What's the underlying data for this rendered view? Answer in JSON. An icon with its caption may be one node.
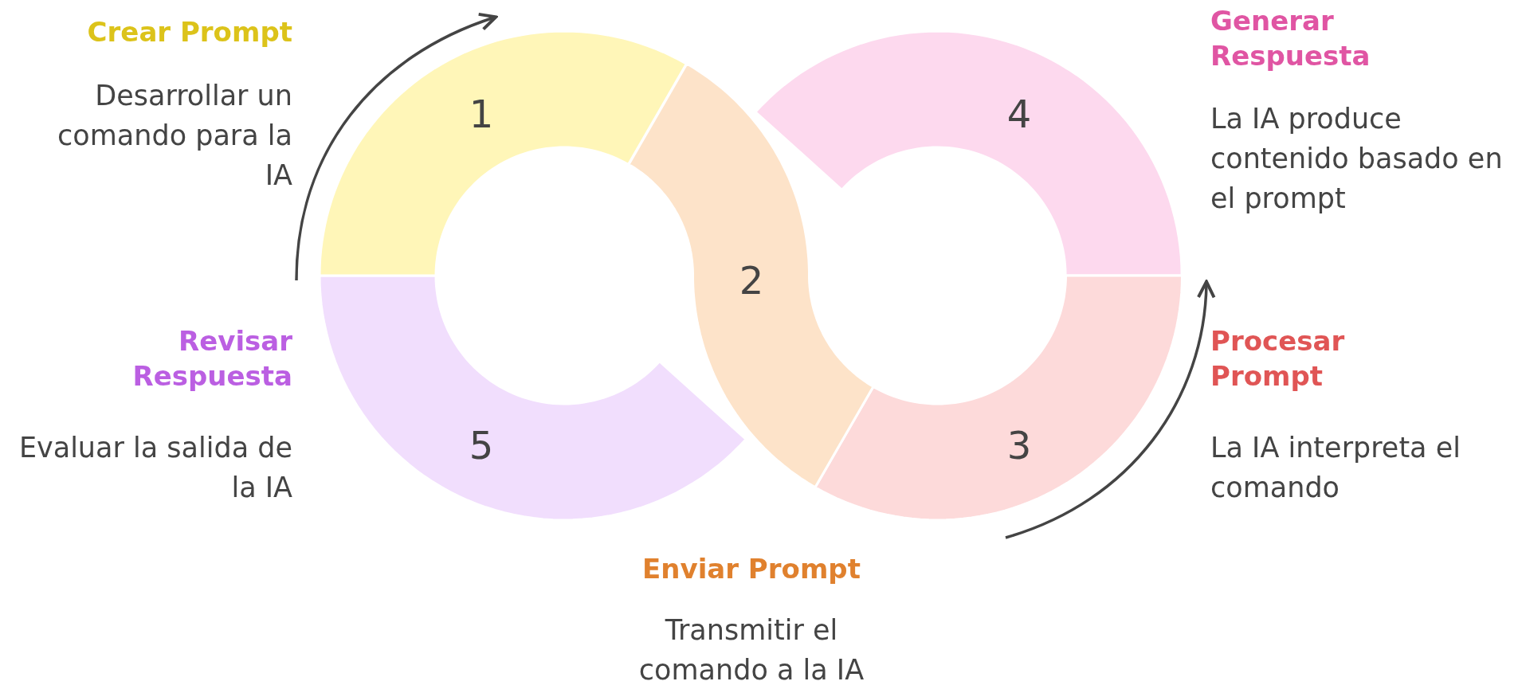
{
  "diagram": {
    "nodes": [
      {
        "text": [
          "1"
        ],
        "beside": [
          "Crear Prompt",
          "Desarrollar un comando para la IA"
        ]
      },
      {
        "text": [
          "2"
        ],
        "beside": [
          "Enviar Prompt",
          "Transmitir el comando a la IA"
        ]
      },
      {
        "text": [
          "3"
        ],
        "beside": [
          "Procesar Prompt",
          "La IA interpreta el comando"
        ]
      },
      {
        "text": [
          "4"
        ],
        "beside": [
          "Generar Respuesta",
          "La IA produce contenido basado en el prompt"
        ]
      },
      {
        "text": [
          "5"
        ],
        "beside": [
          "Revisar Respuesta",
          "Evaluar la salida de la IA"
        ]
      }
    ]
  }
}
